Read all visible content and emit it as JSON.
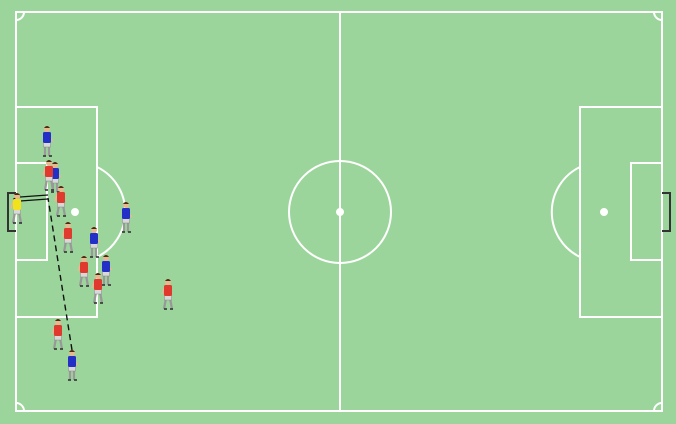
{
  "diagram": {
    "type": "football-pitch-tactics",
    "colors": {
      "grass": "#9bd59b",
      "lines": "#ffffff",
      "goal": "#333333",
      "team_red": "#e03a2e",
      "team_blue": "#2330c8",
      "goalkeeper": "#f2e21c",
      "shorts": "#d8d8d8",
      "skin": "#e8b890",
      "hair": "#4a2a10",
      "pass_line": "#111111"
    },
    "players": [
      {
        "team": "blue",
        "role": "attacker",
        "facing": "left"
      },
      {
        "team": "blue",
        "role": "attacker",
        "facing": "left"
      },
      {
        "team": "red",
        "role": "defender",
        "facing": "right"
      },
      {
        "team": "red",
        "role": "defender",
        "facing": "right"
      },
      {
        "team": "blue",
        "role": "attacker",
        "facing": "left"
      },
      {
        "team": "red",
        "role": "defender",
        "facing": "right"
      },
      {
        "team": "blue",
        "role": "attacker",
        "facing": "left"
      },
      {
        "team": "red",
        "role": "defender",
        "facing": "right"
      },
      {
        "team": "blue",
        "role": "attacker",
        "facing": "left"
      },
      {
        "team": "red",
        "role": "defender",
        "facing": "right"
      },
      {
        "team": "red",
        "role": "defender",
        "facing": "right"
      },
      {
        "team": "red",
        "role": "defender",
        "facing": "right"
      },
      {
        "team": "blue",
        "role": "attacker",
        "facing": "left"
      },
      {
        "team": "yellow",
        "role": "goalkeeper",
        "facing": "right"
      }
    ],
    "annotations": [
      {
        "type": "pass",
        "style": "dashed"
      },
      {
        "type": "shot",
        "style": "double-line-arrow"
      }
    ]
  }
}
